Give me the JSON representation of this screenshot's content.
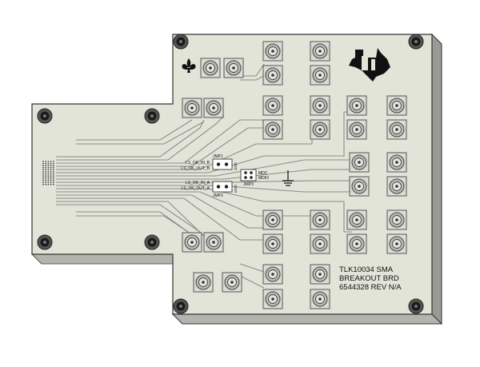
{
  "board": {
    "silkscreen_lines": [
      "TLK10034 SMA",
      "BREAKOUT BRD",
      "6544328 REV N/A"
    ],
    "jumpers": {
      "jmp1": {
        "label": "JMP1",
        "gnd": "GND",
        "sig_top": "LS_OK_IN_B",
        "sig_bottom": "LS_OK_OUT_B"
      },
      "jmp2": {
        "label": "JMP2",
        "gnd": "GND",
        "sig_top": "LS_OK_IN_A",
        "sig_bottom": "LS_OK_OUT_A"
      },
      "jmp3": {
        "label": "JMP3",
        "mdc": "MDC",
        "mdio": "MDIO"
      }
    }
  },
  "colors": {
    "pcb": "#e2e4d8",
    "outline": "#333333",
    "trace": "#8c8c8c",
    "connector": "#555555",
    "hole": "#1a1a1a"
  },
  "icons": [
    "fleur-de-lis-icon",
    "texas-instruments-logo",
    "ground-symbol-icon"
  ]
}
